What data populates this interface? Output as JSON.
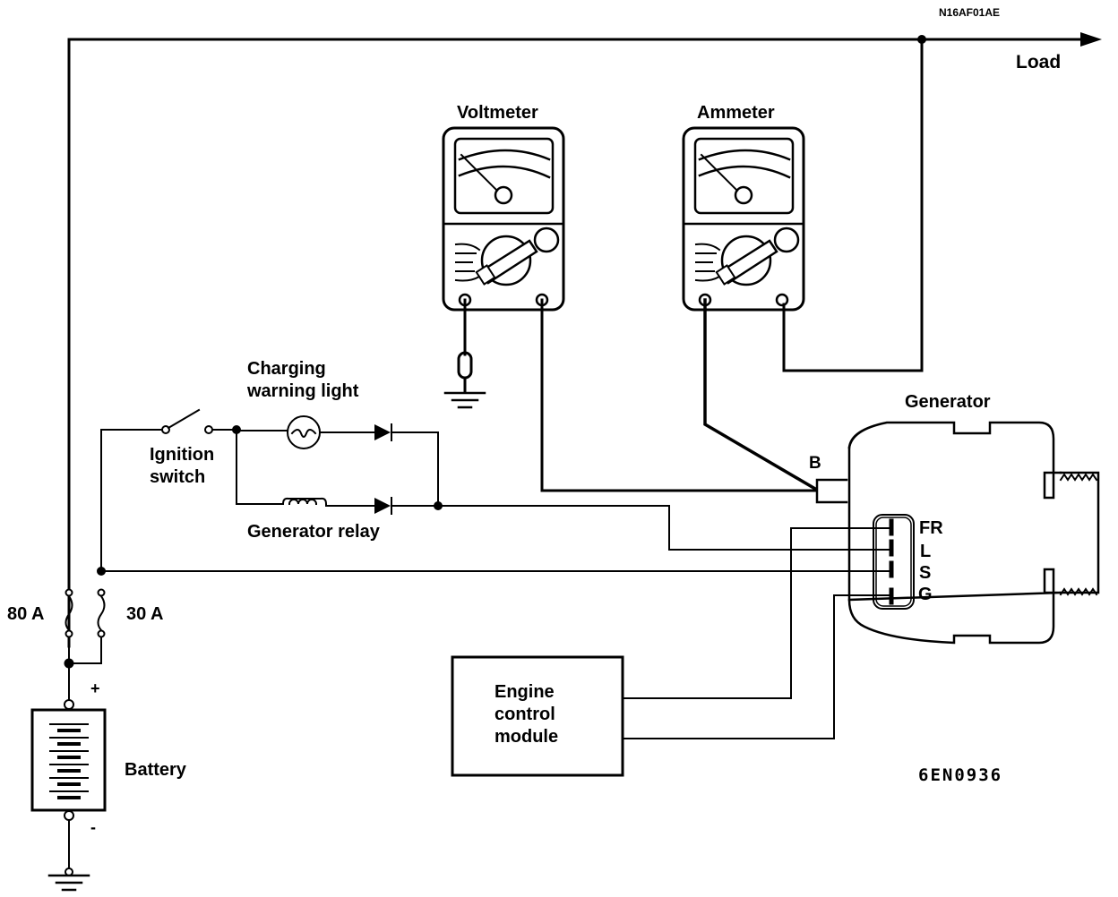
{
  "diagram": {
    "figure_code": "N16AF01AE",
    "drawing_number": "6EN0936",
    "colors": {
      "ink": "#000000",
      "background": "#ffffff"
    },
    "labels": {
      "load": "Load",
      "voltmeter": "Voltmeter",
      "ammeter": "Ammeter",
      "charging_warning_light_line1": "Charging",
      "charging_warning_light_line2": "warning light",
      "ignition_switch_line1": "Ignition",
      "ignition_switch_line2": "switch",
      "generator_relay": "Generator relay",
      "generator": "Generator",
      "terminal_b": "B",
      "terminal_fr": "FR",
      "terminal_l": "L",
      "terminal_s": "S",
      "terminal_g": "G",
      "fuse_80": "80 A",
      "fuse_30": "30 A",
      "battery": "Battery",
      "battery_plus": "+",
      "battery_minus": "-",
      "ecm_line1": "Engine",
      "ecm_line2": "control",
      "ecm_line3": "module"
    },
    "components": [
      {
        "id": "battery",
        "type": "battery"
      },
      {
        "id": "fuse-80a",
        "type": "fuse",
        "rating": "80 A"
      },
      {
        "id": "fuse-30a",
        "type": "fuse",
        "rating": "30 A"
      },
      {
        "id": "ignition-switch",
        "type": "switch",
        "state": "open"
      },
      {
        "id": "charging-warning-light",
        "type": "lamp"
      },
      {
        "id": "generator-relay",
        "type": "relay-coil"
      },
      {
        "id": "voltmeter",
        "type": "meter"
      },
      {
        "id": "ammeter",
        "type": "meter"
      },
      {
        "id": "generator",
        "type": "alternator",
        "terminals": [
          "B",
          "FR",
          "L",
          "S",
          "G"
        ]
      },
      {
        "id": "engine-control-module",
        "type": "module"
      }
    ]
  }
}
